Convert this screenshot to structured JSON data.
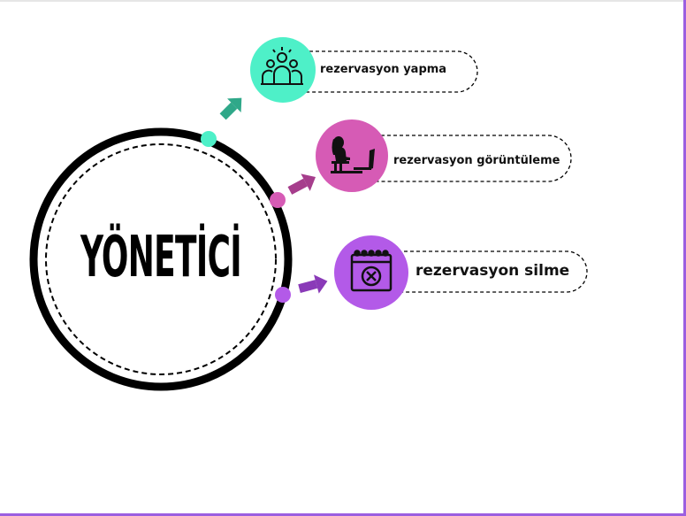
{
  "center": {
    "title": "YÖNETİCİ"
  },
  "items": [
    {
      "label": "rezervasyon yapma",
      "icon": "team-people-icon",
      "color": "#4ef0c8"
    },
    {
      "label": "rezervasyon görüntüleme",
      "icon": "person-at-computer-icon",
      "color": "#d65bb5"
    },
    {
      "label": "rezervasyon silme",
      "icon": "calendar-delete-icon",
      "color": "#b35ae8"
    }
  ],
  "colors": {
    "arrow1": "#2fa889",
    "arrow2": "#a63d8c",
    "arrow3": "#8a3ab8",
    "dot1": "#4ef0c8",
    "dot2": "#d65bb5",
    "dot3": "#b35ae8"
  }
}
